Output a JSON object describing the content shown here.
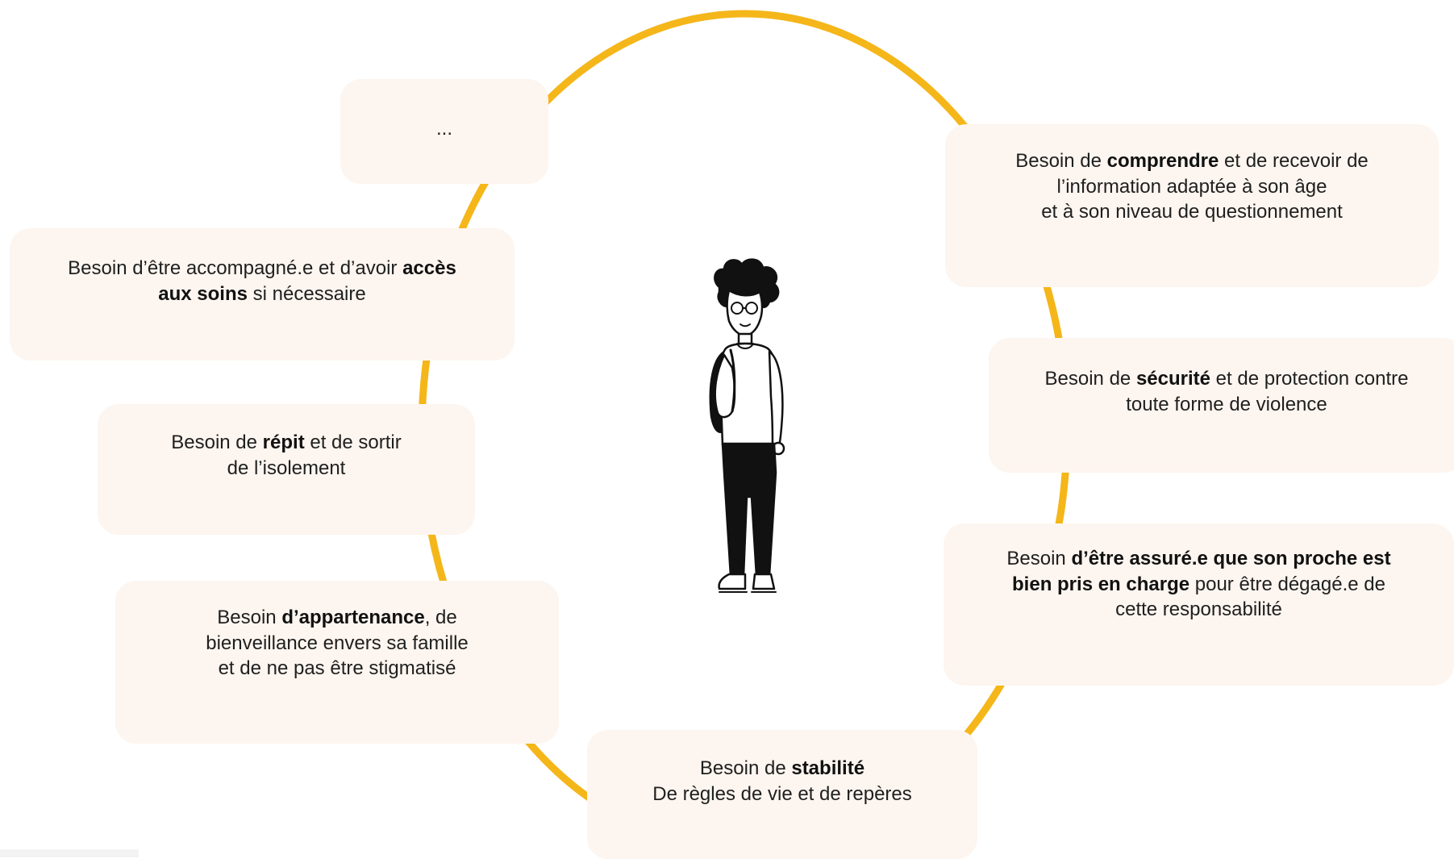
{
  "theme": {
    "ring_color": "#F4B619",
    "card_background": "#FDF5EF",
    "text_color": "#1F1F1F"
  },
  "center_figure": {
    "icon": "teenager-with-backpack-icon"
  },
  "needs": {
    "more": {
      "lines": [
        [
          {
            "t": "...",
            "b": false
          }
        ]
      ]
    },
    "acces_soins": {
      "lines": [
        [
          {
            "t": "Besoin d’être accompagné.e et d’avoir ",
            "b": false
          },
          {
            "t": "accès",
            "b": true
          }
        ],
        [
          {
            "t": "aux soins",
            "b": true
          },
          {
            "t": " si nécessaire",
            "b": false
          }
        ]
      ]
    },
    "repit": {
      "lines": [
        [
          {
            "t": "Besoin de ",
            "b": false
          },
          {
            "t": "répit",
            "b": true
          },
          {
            "t": " et de sortir",
            "b": false
          }
        ],
        [
          {
            "t": "de l’isolement",
            "b": false
          }
        ]
      ]
    },
    "appartenance": {
      "lines": [
        [
          {
            "t": "Besoin ",
            "b": false
          },
          {
            "t": "d’appartenance",
            "b": true
          },
          {
            "t": ", de",
            "b": false
          }
        ],
        [
          {
            "t": "bienveillance envers sa famille",
            "b": false
          }
        ],
        [
          {
            "t": "et de ne pas être stigmatisé",
            "b": false
          }
        ]
      ]
    },
    "stabilite": {
      "lines": [
        [
          {
            "t": "Besoin de ",
            "b": false
          },
          {
            "t": "stabilité",
            "b": true
          }
        ],
        [
          {
            "t": "De règles de vie et de repères",
            "b": false
          }
        ]
      ]
    },
    "comprendre": {
      "lines": [
        [
          {
            "t": "Besoin de ",
            "b": false
          },
          {
            "t": "comprendre",
            "b": true
          },
          {
            "t": " et de recevoir de",
            "b": false
          }
        ],
        [
          {
            "t": "l’information adaptée à son âge",
            "b": false
          }
        ],
        [
          {
            "t": "et à son niveau de questionnement",
            "b": false
          }
        ]
      ]
    },
    "securite": {
      "lines": [
        [
          {
            "t": "Besoin de ",
            "b": false
          },
          {
            "t": "sécurité",
            "b": true
          },
          {
            "t": " et de protection contre",
            "b": false
          }
        ],
        [
          {
            "t": "toute forme de violence",
            "b": false
          }
        ]
      ]
    },
    "assure": {
      "lines": [
        [
          {
            "t": "Besoin ",
            "b": false
          },
          {
            "t": "d’être assuré.e que son proche est",
            "b": true
          }
        ],
        [
          {
            "t": "bien pris en charge",
            "b": true
          },
          {
            "t": " pour être dégagé.e de",
            "b": false
          }
        ],
        [
          {
            "t": "cette responsabilité",
            "b": false
          }
        ]
      ]
    }
  }
}
